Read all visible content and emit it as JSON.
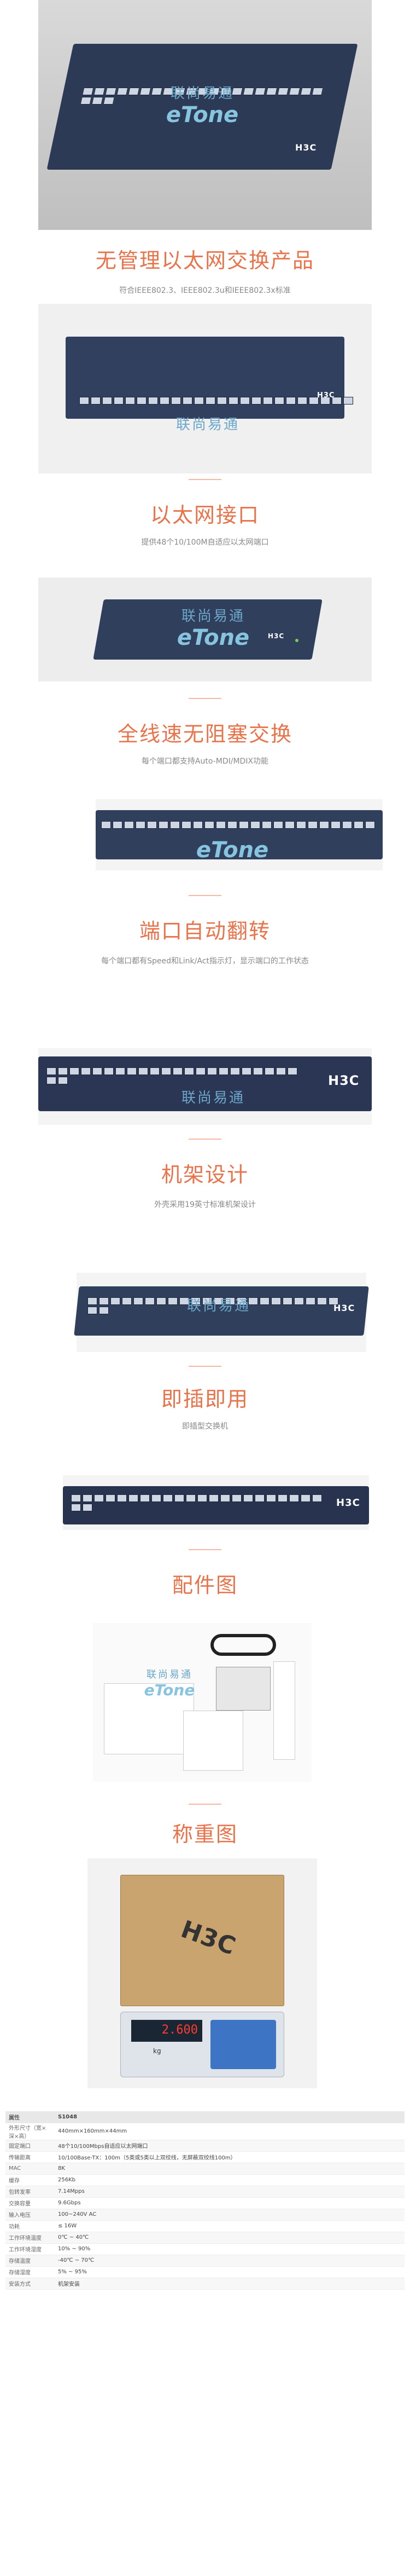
{
  "watermark": {
    "cn": "联尚易通",
    "en": "eTone"
  },
  "sections": [
    {
      "title": "无管理以太网交换产品",
      "subtitle": "符合IEEE802.3、IEEE802.3u和IEEE802.3x标准"
    },
    {
      "title": "以太网接口",
      "subtitle": "提供48个10/100M自适应以太网端口"
    },
    {
      "title": "全线速无阻塞交换",
      "subtitle": "每个端口都支持Auto-MDI/MDIX功能"
    },
    {
      "title": "端口自动翻转",
      "subtitle": "每个端口都有Speed和Link/Act指示灯，显示端口的工作状态"
    },
    {
      "title": "机架设计",
      "subtitle": "外壳采用19英寸标准机架设计"
    },
    {
      "title": "即插即用",
      "subtitle": "即插型交换机"
    },
    {
      "title": "配件图",
      "subtitle": ""
    },
    {
      "title": "称重图",
      "subtitle": ""
    }
  ],
  "brand": "H3C",
  "scale": {
    "weight": "2.600",
    "unit": "kg"
  },
  "spec": {
    "header": [
      "属性",
      "S1048"
    ],
    "rows": [
      [
        "外形尺寸（宽×深×高）",
        "440mm×160mm×44mm"
      ],
      [
        "固定端口",
        "48个10/100Mbps自适应以太网端口"
      ],
      [
        "传输距离",
        "10/100Base-TX：100m（5类或5类以上双绞线，无屏蔽双绞线100m）"
      ],
      [
        "MAC",
        "8K"
      ],
      [
        "缓存",
        "256Kb"
      ],
      [
        "包转发率",
        "7.14Mpps"
      ],
      [
        "交换容量",
        "9.6Gbps"
      ],
      [
        "输入电压",
        "100~240V AC"
      ],
      [
        "功耗",
        "≤ 16W"
      ],
      [
        "工作环境温度",
        "0℃ ~ 40℃"
      ],
      [
        "工作环境湿度",
        "10% ~ 90%"
      ],
      [
        "存储温度",
        "-40℃ ~ 70℃"
      ],
      [
        "存储湿度",
        "5% ~ 95%"
      ],
      [
        "安装方式",
        "机架安装"
      ]
    ]
  }
}
